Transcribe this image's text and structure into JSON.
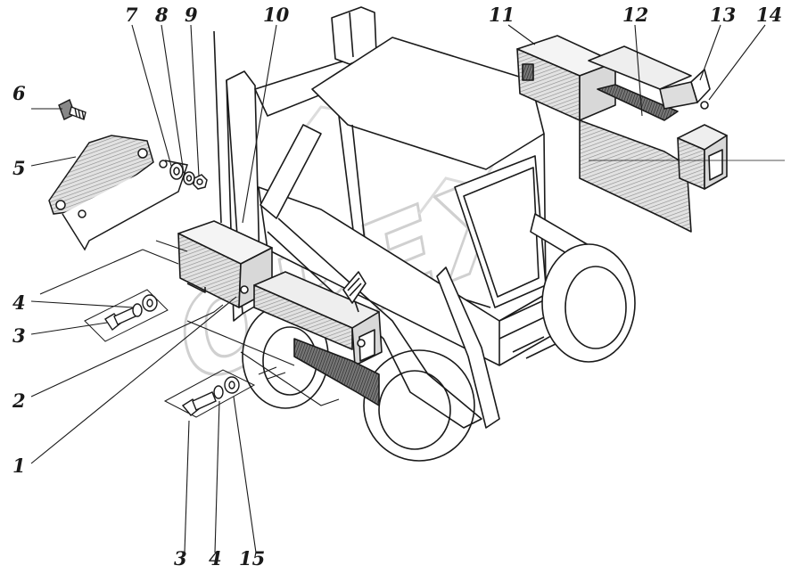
{
  "diagram": {
    "callouts": [
      {
        "id": "c1",
        "label": "1"
      },
      {
        "id": "c2",
        "label": "2"
      },
      {
        "id": "c3a",
        "label": "3"
      },
      {
        "id": "c3b",
        "label": "3"
      },
      {
        "id": "c4a",
        "label": "4"
      },
      {
        "id": "c4b",
        "label": "4"
      },
      {
        "id": "c5",
        "label": "5"
      },
      {
        "id": "c6",
        "label": "6"
      },
      {
        "id": "c7",
        "label": "7"
      },
      {
        "id": "c8",
        "label": "8"
      },
      {
        "id": "c9",
        "label": "9"
      },
      {
        "id": "c10",
        "label": "10"
      },
      {
        "id": "c11",
        "label": "11"
      },
      {
        "id": "c12",
        "label": "12"
      },
      {
        "id": "c13",
        "label": "13"
      },
      {
        "id": "c14",
        "label": "14"
      },
      {
        "id": "c15",
        "label": "15"
      }
    ],
    "watermark": "OPEX",
    "colors": {
      "ink": "#1a1a1a",
      "shade": "#9a9a9a",
      "watermark": "#d6d6d6"
    }
  }
}
